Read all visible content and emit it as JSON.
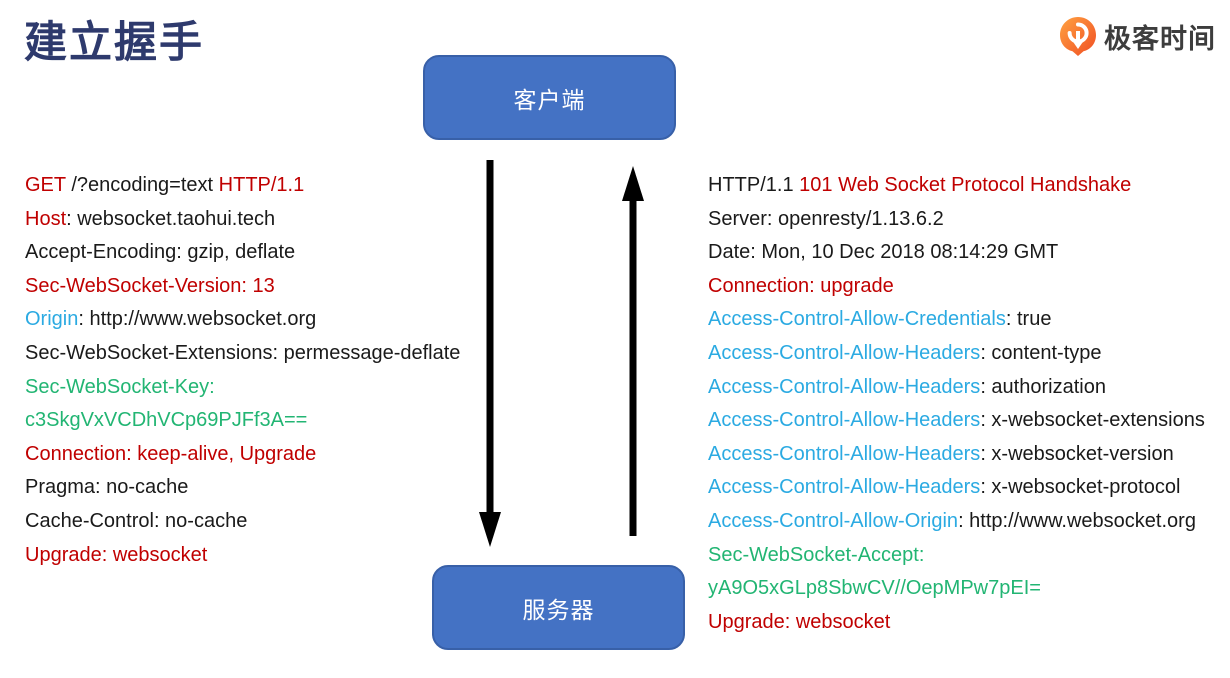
{
  "title": "建立握手",
  "logo": {
    "text": "极客时间",
    "icon": "geektime-logo-icon"
  },
  "diagram": {
    "client_label": "客户端",
    "server_label": "服务器",
    "node_fill": "#4472C4",
    "node_border": "#3860A8",
    "arrow_color": "#000000"
  },
  "colors": {
    "black": "#1A1A1A",
    "red": "#C00000",
    "cyan": "#2BAAE2",
    "green": "#22B573",
    "title_navy": "#2E3A6D",
    "logo_orange": "#F04E23"
  },
  "request": {
    "lines": [
      {
        "segments": [
          {
            "t": "GET",
            "c": "red"
          },
          {
            "t": " /?encoding=text ",
            "c": "black"
          },
          {
            "t": "HTTP/1.1",
            "c": "red"
          }
        ]
      },
      {
        "segments": [
          {
            "t": "Host",
            "c": "red"
          },
          {
            "t": ": websocket.taohui.tech",
            "c": "black"
          }
        ]
      },
      {
        "segments": [
          {
            "t": "Accept-Encoding: gzip, deflate",
            "c": "black"
          }
        ]
      },
      {
        "segments": [
          {
            "t": "Sec-WebSocket-Version: 13",
            "c": "red"
          }
        ]
      },
      {
        "segments": [
          {
            "t": "Origin",
            "c": "cyan"
          },
          {
            "t": ": http://www.websocket.org",
            "c": "black"
          }
        ]
      },
      {
        "segments": [
          {
            "t": "Sec-WebSocket-Extensions: permessage-deflate",
            "c": "black"
          }
        ]
      },
      {
        "segments": [
          {
            "t": "Sec-WebSocket-Key:",
            "c": "green"
          }
        ]
      },
      {
        "segments": [
          {
            "t": "c3SkgVxVCDhVCp69PJFf3A==",
            "c": "green"
          }
        ]
      },
      {
        "segments": [
          {
            "t": "Connection: keep-alive, Upgrade",
            "c": "red"
          }
        ]
      },
      {
        "segments": [
          {
            "t": "Pragma: no-cache",
            "c": "black"
          }
        ]
      },
      {
        "segments": [
          {
            "t": "Cache-Control: no-cache",
            "c": "black"
          }
        ]
      },
      {
        "segments": [
          {
            "t": "Upgrade: websocket",
            "c": "red"
          }
        ]
      }
    ]
  },
  "response": {
    "lines": [
      {
        "segments": [
          {
            "t": "HTTP/1.1 ",
            "c": "black"
          },
          {
            "t": "101 Web Socket Protocol Handshake",
            "c": "red"
          }
        ]
      },
      {
        "segments": [
          {
            "t": "Server: openresty/1.13.6.2",
            "c": "black"
          }
        ]
      },
      {
        "segments": [
          {
            "t": "Date: Mon, 10 Dec 2018 08:14:29 GMT",
            "c": "black"
          }
        ]
      },
      {
        "segments": [
          {
            "t": "Connection: upgrade",
            "c": "red"
          }
        ]
      },
      {
        "segments": [
          {
            "t": "Access-Control-Allow-Credentials",
            "c": "cyan"
          },
          {
            "t": ": true",
            "c": "black"
          }
        ]
      },
      {
        "segments": [
          {
            "t": "Access-Control-Allow-Headers",
            "c": "cyan"
          },
          {
            "t": ": content-type",
            "c": "black"
          }
        ]
      },
      {
        "segments": [
          {
            "t": "Access-Control-Allow-Headers",
            "c": "cyan"
          },
          {
            "t": ": authorization",
            "c": "black"
          }
        ]
      },
      {
        "segments": [
          {
            "t": "Access-Control-Allow-Headers",
            "c": "cyan"
          },
          {
            "t": ": x-websocket-extensions",
            "c": "black"
          }
        ]
      },
      {
        "segments": [
          {
            "t": "Access-Control-Allow-Headers",
            "c": "cyan"
          },
          {
            "t": ": x-websocket-version",
            "c": "black"
          }
        ]
      },
      {
        "segments": [
          {
            "t": "Access-Control-Allow-Headers",
            "c": "cyan"
          },
          {
            "t": ": x-websocket-protocol",
            "c": "black"
          }
        ]
      },
      {
        "segments": [
          {
            "t": "Access-Control-Allow-Origin",
            "c": "cyan"
          },
          {
            "t": ": http://www.websocket.org",
            "c": "black"
          }
        ]
      },
      {
        "segments": [
          {
            "t": "Sec-WebSocket-Accept:",
            "c": "green"
          }
        ]
      },
      {
        "segments": [
          {
            "t": "yA9O5xGLp8SbwCV//OepMPw7pEI=",
            "c": "green"
          }
        ]
      },
      {
        "segments": [
          {
            "t": "Upgrade: websocket",
            "c": "red"
          }
        ]
      }
    ]
  }
}
